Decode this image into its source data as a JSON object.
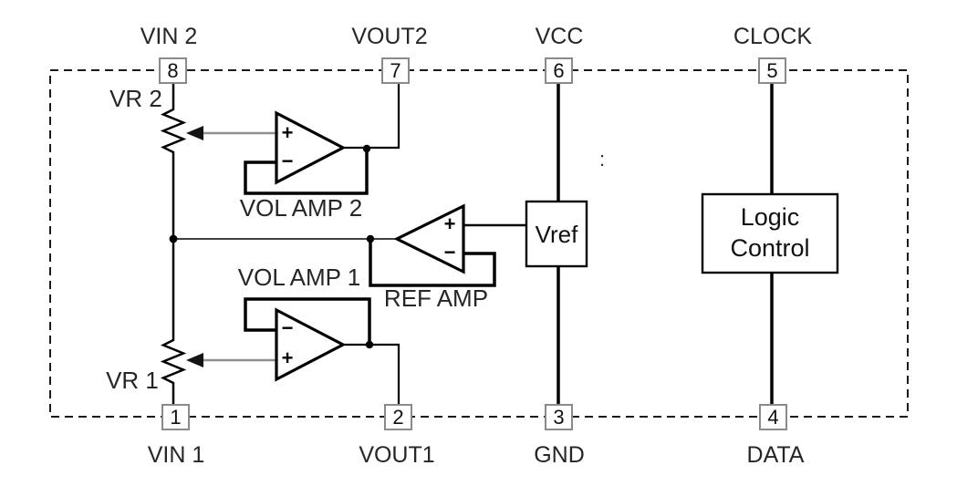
{
  "diagram": {
    "pins": {
      "top": [
        {
          "number": "8",
          "label": "VIN 2"
        },
        {
          "number": "7",
          "label": "VOUT2"
        },
        {
          "number": "6",
          "label": "VCC"
        },
        {
          "number": "5",
          "label": "CLOCK"
        }
      ],
      "bottom": [
        {
          "number": "1",
          "label": "VIN 1"
        },
        {
          "number": "2",
          "label": "VOUT1"
        },
        {
          "number": "3",
          "label": "GND"
        },
        {
          "number": "4",
          "label": "DATA"
        }
      ]
    },
    "components": {
      "vr2": "VR 2",
      "vr1": "VR 1",
      "vol_amp2": "VOL AMP 2",
      "vol_amp1": "VOL AMP 1",
      "ref_amp": "REF AMP",
      "vref": "Vref",
      "logic_control": {
        "line1": "Logic",
        "line2": "Control"
      }
    },
    "symbols": {
      "plus": "+",
      "minus": "−",
      "stray_colon": ":"
    },
    "colors": {
      "wire": "#000000",
      "wiper_gray": "#8f8f8f",
      "pin_box_border": "#8a8a8a",
      "label_text": "#262626",
      "background": "#ffffff"
    }
  }
}
